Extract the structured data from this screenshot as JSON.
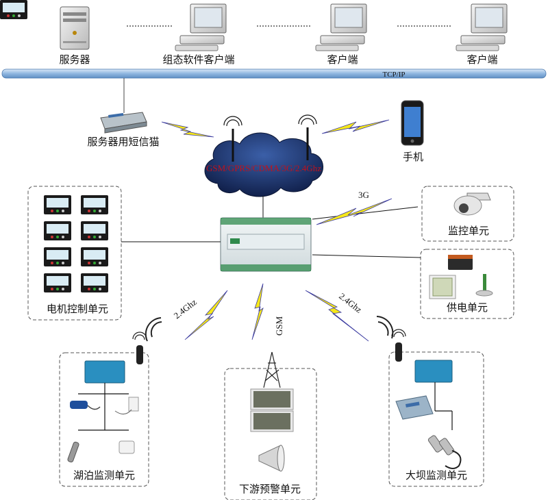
{
  "top": {
    "server_label": "服务器",
    "config_client_label": "组态软件客户端",
    "client1_label": "客户端",
    "client2_label": "客户端"
  },
  "bus": {
    "label": "TCP/IP"
  },
  "sms_modem": {
    "label": "服务器用短信猫"
  },
  "phone": {
    "label": "手机"
  },
  "network": {
    "label": "GSM/GPRS/CDMA/3G/2.4Ghz"
  },
  "links": {
    "camera_link": "3G",
    "left_link": "2.4Ghz",
    "gsm_link": "GSM",
    "right_link": "2.4Ghz"
  },
  "units": {
    "motor": "电机控制单元",
    "monitor": "监控单元",
    "power": "供电单元",
    "lake": "湖泊监测单元",
    "warning": "下游预警单元",
    "dam": "大坝监测单元"
  },
  "colors": {
    "bus": "#9dc2e6",
    "lightning_yellow": "#f5e71a",
    "lightning_outline": "#3a3aa0",
    "cloud": "#1b2f6b",
    "network_text": "#c1121c"
  }
}
